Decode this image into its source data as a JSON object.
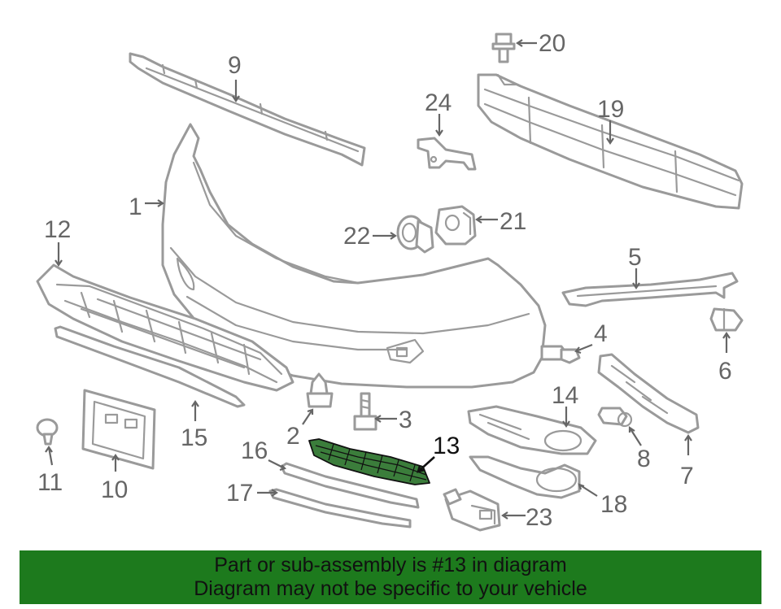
{
  "callouts": [
    {
      "id": "1",
      "label": "1"
    },
    {
      "id": "2",
      "label": "2"
    },
    {
      "id": "3",
      "label": "3"
    },
    {
      "id": "4",
      "label": "4"
    },
    {
      "id": "5",
      "label": "5"
    },
    {
      "id": "6",
      "label": "6"
    },
    {
      "id": "7",
      "label": "7"
    },
    {
      "id": "8",
      "label": "8"
    },
    {
      "id": "9",
      "label": "9"
    },
    {
      "id": "10",
      "label": "10"
    },
    {
      "id": "11",
      "label": "11"
    },
    {
      "id": "12",
      "label": "12"
    },
    {
      "id": "13",
      "label": "13",
      "highlighted": true
    },
    {
      "id": "14",
      "label": "14"
    },
    {
      "id": "15",
      "label": "15"
    },
    {
      "id": "16",
      "label": "16"
    },
    {
      "id": "17",
      "label": "17"
    },
    {
      "id": "18",
      "label": "18"
    },
    {
      "id": "19",
      "label": "19"
    },
    {
      "id": "20",
      "label": "20"
    },
    {
      "id": "21",
      "label": "21"
    },
    {
      "id": "22",
      "label": "22"
    },
    {
      "id": "23",
      "label": "23"
    },
    {
      "id": "24",
      "label": "24"
    }
  ],
  "colors": {
    "highlight_part": "#3b7d3b",
    "banner": "#1d7a1d",
    "outline": "#9a9a9a",
    "callout_text": "#666666"
  },
  "footer": {
    "line1": "Part or sub-assembly is #13 in diagram",
    "line2": "Diagram may not be specific to your vehicle"
  }
}
